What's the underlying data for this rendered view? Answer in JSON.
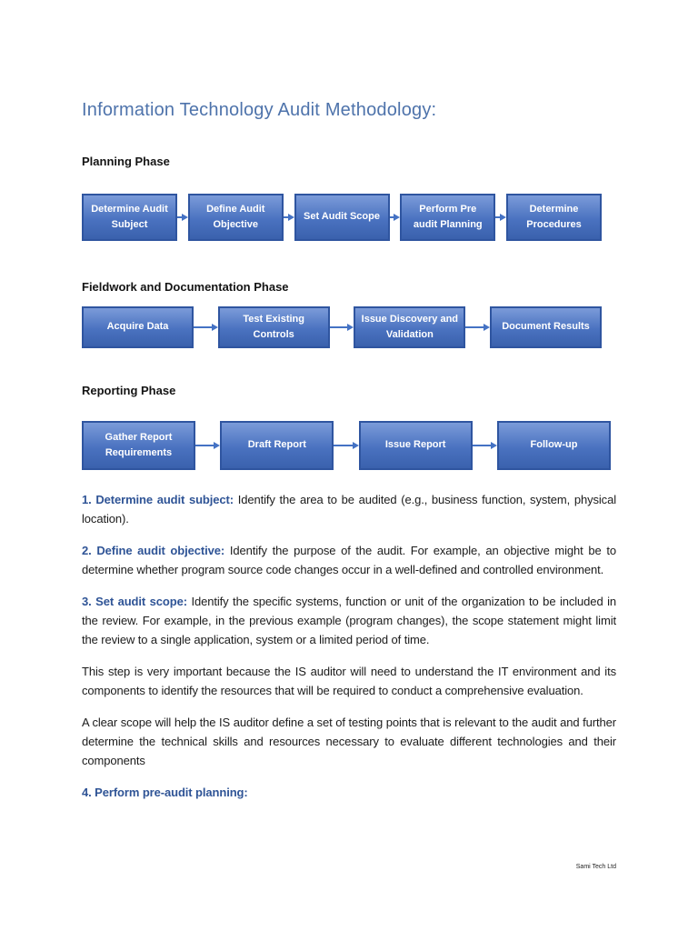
{
  "title": "Information Technology Audit Methodology:",
  "footer": "Sami Tech Ltd",
  "phases": [
    {
      "heading": "Planning Phase",
      "steps": [
        "Determine Audit Subject",
        "Define Audit Objective",
        "Set Audit Scope",
        "Perform Pre audit Planning",
        "Determine Procedures"
      ]
    },
    {
      "heading": "Fieldwork and Documentation Phase",
      "steps": [
        "Acquire Data",
        "Test Existing Controls",
        "Issue Discovery and Validation",
        "Document Results"
      ]
    },
    {
      "heading": "Reporting Phase",
      "steps": [
        "Gather Report Requirements",
        "Draft Report",
        "Issue Report",
        "Follow-up"
      ]
    }
  ],
  "paragraphs": [
    {
      "lead": "1. Determine audit subject:",
      "text": "Identify the area to be audited (e.g., business function, system, physical location)."
    },
    {
      "lead": "2. Define audit objective:",
      "text": "Identify the purpose of the audit. For example, an objective might be to determine whether program source code changes occur in a well-defined and controlled environment."
    },
    {
      "lead": "3. Set audit scope:",
      "text": "Identify the specific systems, function or unit of the organization to be included in the review. For example, in the previous example (program changes), the scope statement might limit the review to a single application, system or a limited period of time."
    },
    {
      "lead": "",
      "text": "This step is very important because the IS auditor will need to understand the IT environment and its components to identify the resources that will be required to conduct a comprehensive evaluation."
    },
    {
      "lead": "",
      "text": "A clear scope will help the IS auditor define a set of testing points that is relevant to the audit and further determine the technical skills and resources necessary to evaluate different technologies and their components"
    },
    {
      "lead": "4. Perform pre-audit planning:",
      "text": ""
    }
  ],
  "colors": {
    "title": "#4e73ab",
    "lead": "#2f5496",
    "text": "#1b1b1b",
    "box_top": "#7b9bd9",
    "box_mid": "#4a72c0",
    "box_bottom": "#3a61ad",
    "box_border": "#2f55a0",
    "arrow": "#4472c4"
  }
}
